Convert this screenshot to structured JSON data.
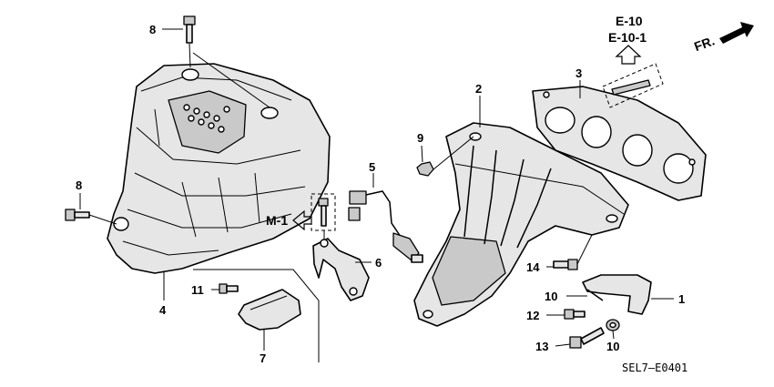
{
  "refs": {
    "e10": "E-10",
    "e101": "E-10-1",
    "m1": "M-1",
    "fr": "FR."
  },
  "callouts": {
    "c1": "1",
    "c2": "2",
    "c3": "3",
    "c4": "4",
    "c5": "5",
    "c6": "6",
    "c7": "7",
    "c8a": "8",
    "c8b": "8",
    "c9": "9",
    "c10a": "10",
    "c10b": "10",
    "c11": "11",
    "c12": "12",
    "c13": "13",
    "c14": "14"
  },
  "diagram_code": "SEL7—E0401"
}
